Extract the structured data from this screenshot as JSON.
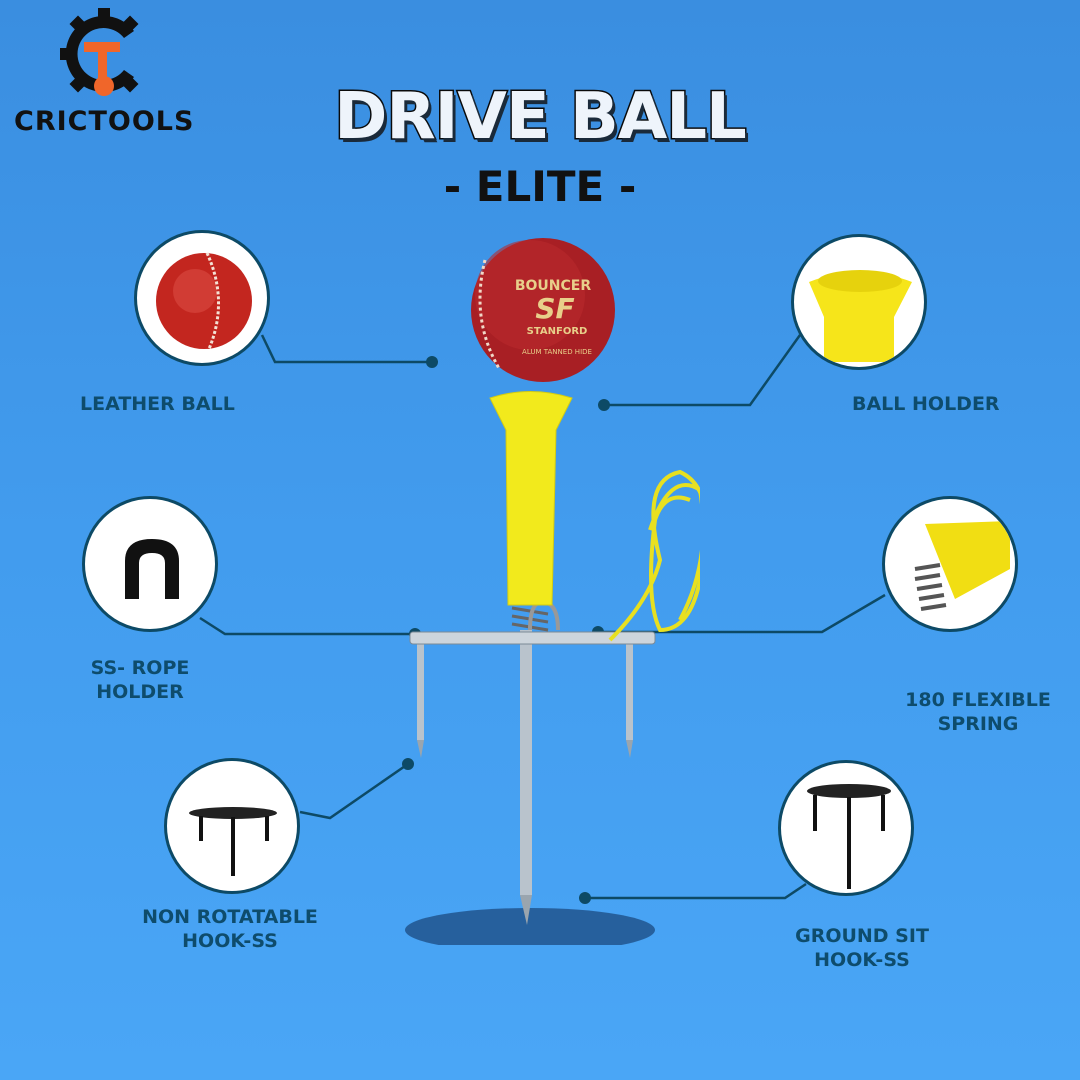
{
  "brand": {
    "name": "CRICTOOLS",
    "logo_icon": "gear-bat-ball-logo",
    "colors": {
      "gear": "#111111",
      "bat": "#f0662a"
    }
  },
  "header": {
    "title": "DRIVE BALL",
    "subtitle": "- ELITE -"
  },
  "product": {
    "ball_branding": [
      "BOUNCER",
      "SF",
      "STANFORD",
      "ALUM TANNED HIDE"
    ],
    "holder_color": "#f2ea1c",
    "ball_color": "#a81f24"
  },
  "features": [
    {
      "id": "leather-ball",
      "lines": [
        "LEATHER BALL"
      ],
      "icon": "leather-ball-icon"
    },
    {
      "id": "ball-holder",
      "lines": [
        "BALL HOLDER"
      ],
      "icon": "ball-holder-cup-icon"
    },
    {
      "id": "ss-rope-holder",
      "lines": [
        "SS- ROPE",
        "HOLDER"
      ],
      "icon": "u-shape-holder-icon"
    },
    {
      "id": "flexible-spring",
      "lines": [
        "180 FLEXIBLE",
        "SPRING"
      ],
      "icon": "spring-icon"
    },
    {
      "id": "non-rotatable-hook",
      "lines": [
        "NON ROTATABLE",
        "HOOK-SS"
      ],
      "icon": "three-prong-hook-icon"
    },
    {
      "id": "ground-sit-hook",
      "lines": [
        "GROUND SIT",
        "HOOK-SS"
      ],
      "icon": "ground-hook-icon"
    }
  ],
  "colors": {
    "label": "#0e4c6c",
    "background": "#429cee"
  }
}
